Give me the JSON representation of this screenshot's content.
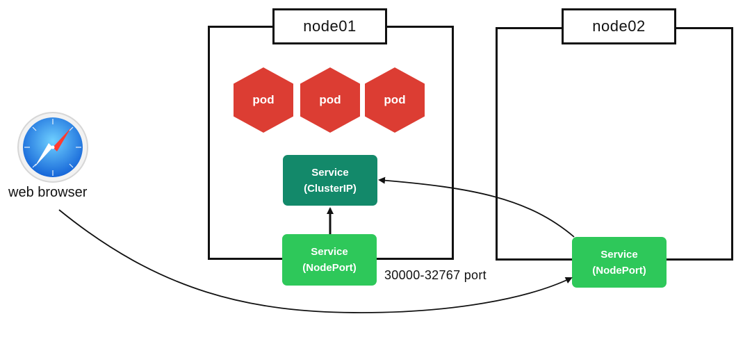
{
  "nodes": [
    {
      "label": "node01"
    },
    {
      "label": "node02"
    }
  ],
  "pods": [
    {
      "label": "pod"
    },
    {
      "label": "pod"
    },
    {
      "label": "pod"
    }
  ],
  "services": {
    "cluster_ip": {
      "line1": "Service",
      "line2": "(ClusterIP)"
    },
    "nodeport_node01": {
      "line1": "Service",
      "line2": "(NodePort)"
    },
    "nodeport_node02": {
      "line1": "Service",
      "line2": "(NodePort)"
    }
  },
  "browser": {
    "label": "web browser",
    "icon": "compass-icon"
  },
  "port_range_label": "30000-32767 port",
  "colors": {
    "pod": "#dc3d33",
    "cluster_ip": "#13896a",
    "nodeport": "#2ec85a",
    "border": "#111111",
    "browser_blue": "#1e8de6"
  }
}
